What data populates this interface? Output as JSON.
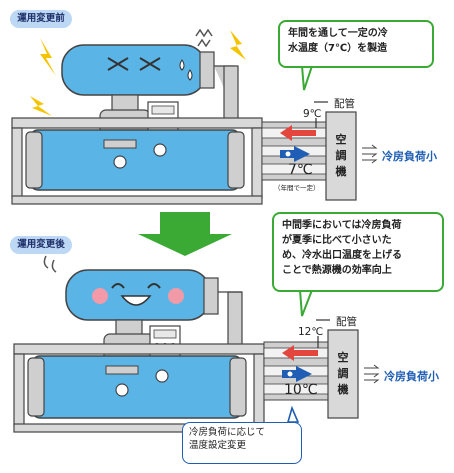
{
  "before": {
    "badge": "運用変更前",
    "callout": [
      "年間を通して一定の冷",
      "水温度（7℃）を製造"
    ],
    "supply_temp_small": "9℃",
    "pipe_label": "配管",
    "outlet_temp": "7℃",
    "outlet_note": "（年間で一定）",
    "ahu_chars": [
      "空",
      "調",
      "機"
    ],
    "load_label": "冷房負荷小"
  },
  "after": {
    "badge": "運用変更後",
    "callout": [
      "中間季においては冷房負荷",
      "が夏季に比べて小さいた",
      "め、冷水出口温度を上げる",
      "ことで熱源機の効率向上"
    ],
    "supply_temp_small": "12℃",
    "pipe_label": "配管",
    "outlet_temp": "10℃",
    "ahu_chars": [
      "空",
      "調",
      "機"
    ],
    "load_label": "冷房負荷小",
    "setting_callout": [
      "冷房負荷に応じて",
      "温度設定変更"
    ]
  },
  "colors": {
    "chiller_blue": "#5ab4e6",
    "frame_gray": "#d9d9d9",
    "arrow_green": "#3aaa35",
    "hot_red": "#e2463c",
    "cold_blue": "#1f5eb4",
    "lightning_yellow": "#f5c400",
    "cheek_pink": "#f29aa8"
  }
}
